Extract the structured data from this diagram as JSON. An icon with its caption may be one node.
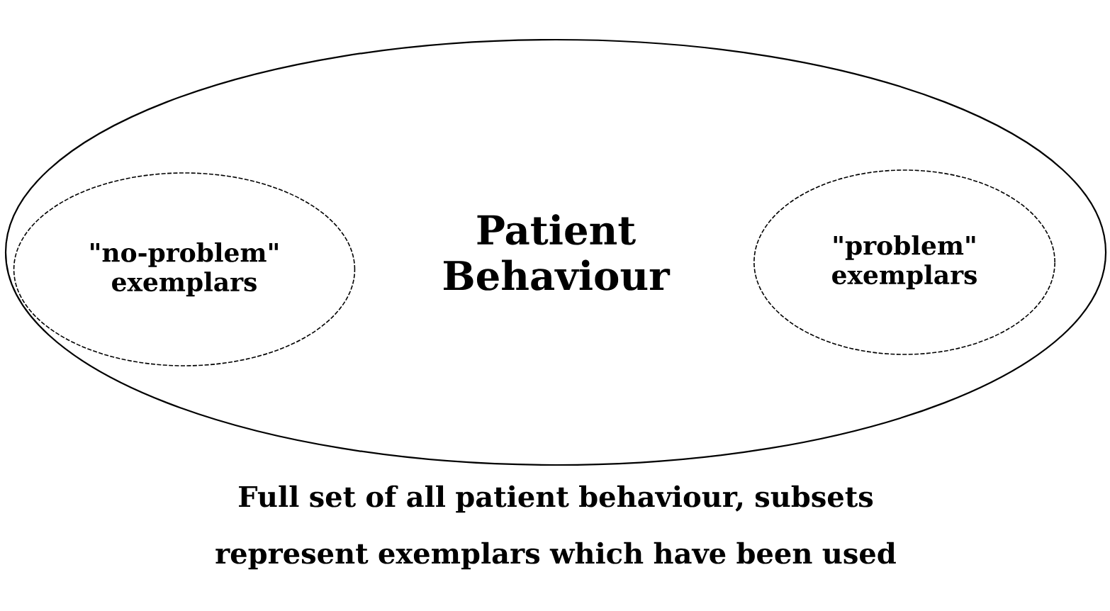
{
  "diagram": {
    "caption": "Full set of all patient behaviour, subsets represent exemplars which have been used",
    "nodes": [
      {
        "text": [
          "Patient Behaviour"
        ]
      },
      {
        "text": [
          "\"no-problem\" exemplars"
        ],
        "in": 0
      },
      {
        "text": [
          "\"problem\" exemplars"
        ],
        "in": 0
      }
    ]
  }
}
